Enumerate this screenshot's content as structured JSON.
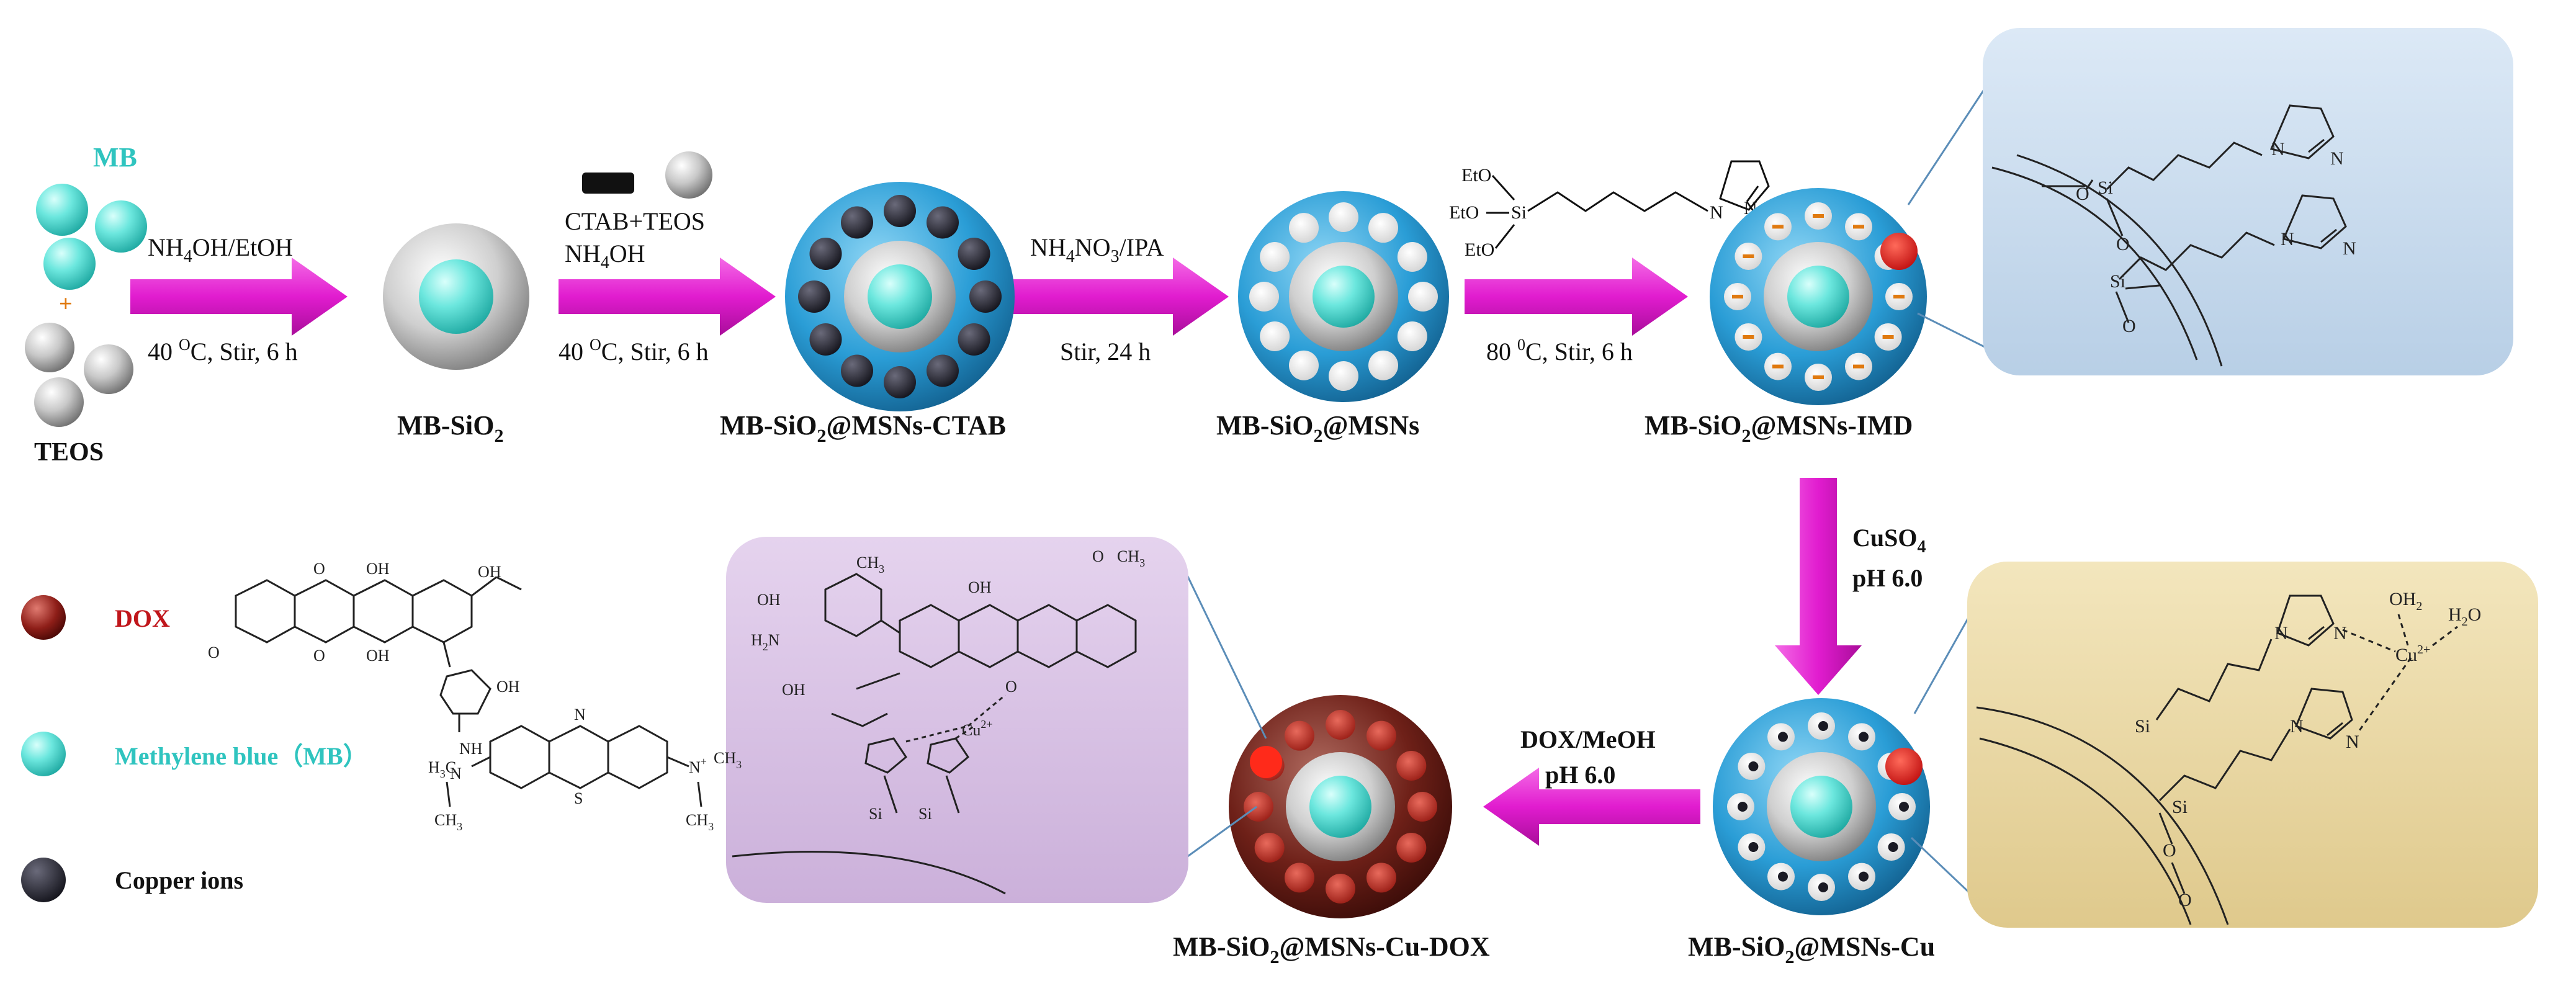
{
  "reactants": {
    "mb_label": "MB",
    "plus": "+",
    "teos_label": "TEOS"
  },
  "steps": {
    "step1": {
      "reagent_main": "NH",
      "reagent_sub": "4",
      "reagent_rest": "OH/EtOH",
      "temp": "40 ",
      "temp_sup": "O",
      "temp_rest": "C, Stir,  6 h"
    },
    "step2": {
      "line1": "CTAB+TEOS",
      "line2_main": "NH",
      "line2_sub": "4",
      "line2_rest": "OH",
      "temp": "40 ",
      "temp_sup": "O",
      "temp_rest": "C, Stir,  6 h"
    },
    "step3": {
      "reagent_a": "NH",
      "sub_a": "4",
      "reagent_b": "NO",
      "sub_b": "3",
      "reagent_c": "/IPA",
      "cond": "Stir,  24 h"
    },
    "step4": {
      "temp": "80 ",
      "temp_sup": "0",
      "temp_rest": "C, Stir,  6 h"
    },
    "step5": {
      "line1_main": "CuSO",
      "line1_sub": "4",
      "line2": "pH 6.0"
    },
    "step6": {
      "line1": "DOX/MeOH",
      "line2": "pH 6.0"
    }
  },
  "products": {
    "p1_main": "MB-SiO",
    "p1_sub": "2",
    "p2_main": "MB-SiO",
    "p2_sub": "2",
    "p2_rest": "@MSNs-CTAB",
    "p3_main": "MB-SiO",
    "p3_sub": "2",
    "p3_rest": "@MSNs",
    "p4_main": "MB-SiO",
    "p4_sub": "2",
    "p4_rest": "@MSNs-IMD",
    "p5_main": "MB-SiO",
    "p5_sub": "2",
    "p5_rest": "@MSNs-Cu",
    "p6_main": "MB-SiO",
    "p6_sub": "2",
    "p6_rest": "@MSNs-Cu-DOX"
  },
  "legend": {
    "dox": "DOX",
    "mb": "Methylene blue（MB）",
    "copper": "Copper ions"
  },
  "chem_text": {
    "eto1": "EtO",
    "eto2": "EtO",
    "eto3": "EtO",
    "si": "Si",
    "n": "N",
    "oh2": "OH",
    "oh2_sub": "2",
    "h2o": "H",
    "h2o_sub": "2",
    "h2o_o": "O",
    "cu": "Cu",
    "cu_sup": "2+",
    "o": "O",
    "nh": "NH",
    "ch3": "CH",
    "ch3_sub": "3",
    "oh": "OH",
    "h2n": "H",
    "h2n_sub": "2",
    "h2n_n": "N",
    "nplus": "N",
    "nplus_sup": "+",
    "s": "S",
    "h3c": "H",
    "h3c_sub": "3",
    "h3c_c": "C"
  },
  "colors": {
    "arrow": "#e21bd0",
    "mb": "#5ce0d8",
    "shell_blue": "#2fa3dc",
    "dox": "#8b1a1a",
    "copper": "#2a2a3a",
    "panel_blue": "#c9dcef",
    "panel_yellow": "#ead9a6",
    "panel_purple": "#d8c2e4",
    "dox_text": "#c0161b",
    "mb_text": "#2fc4bf"
  }
}
